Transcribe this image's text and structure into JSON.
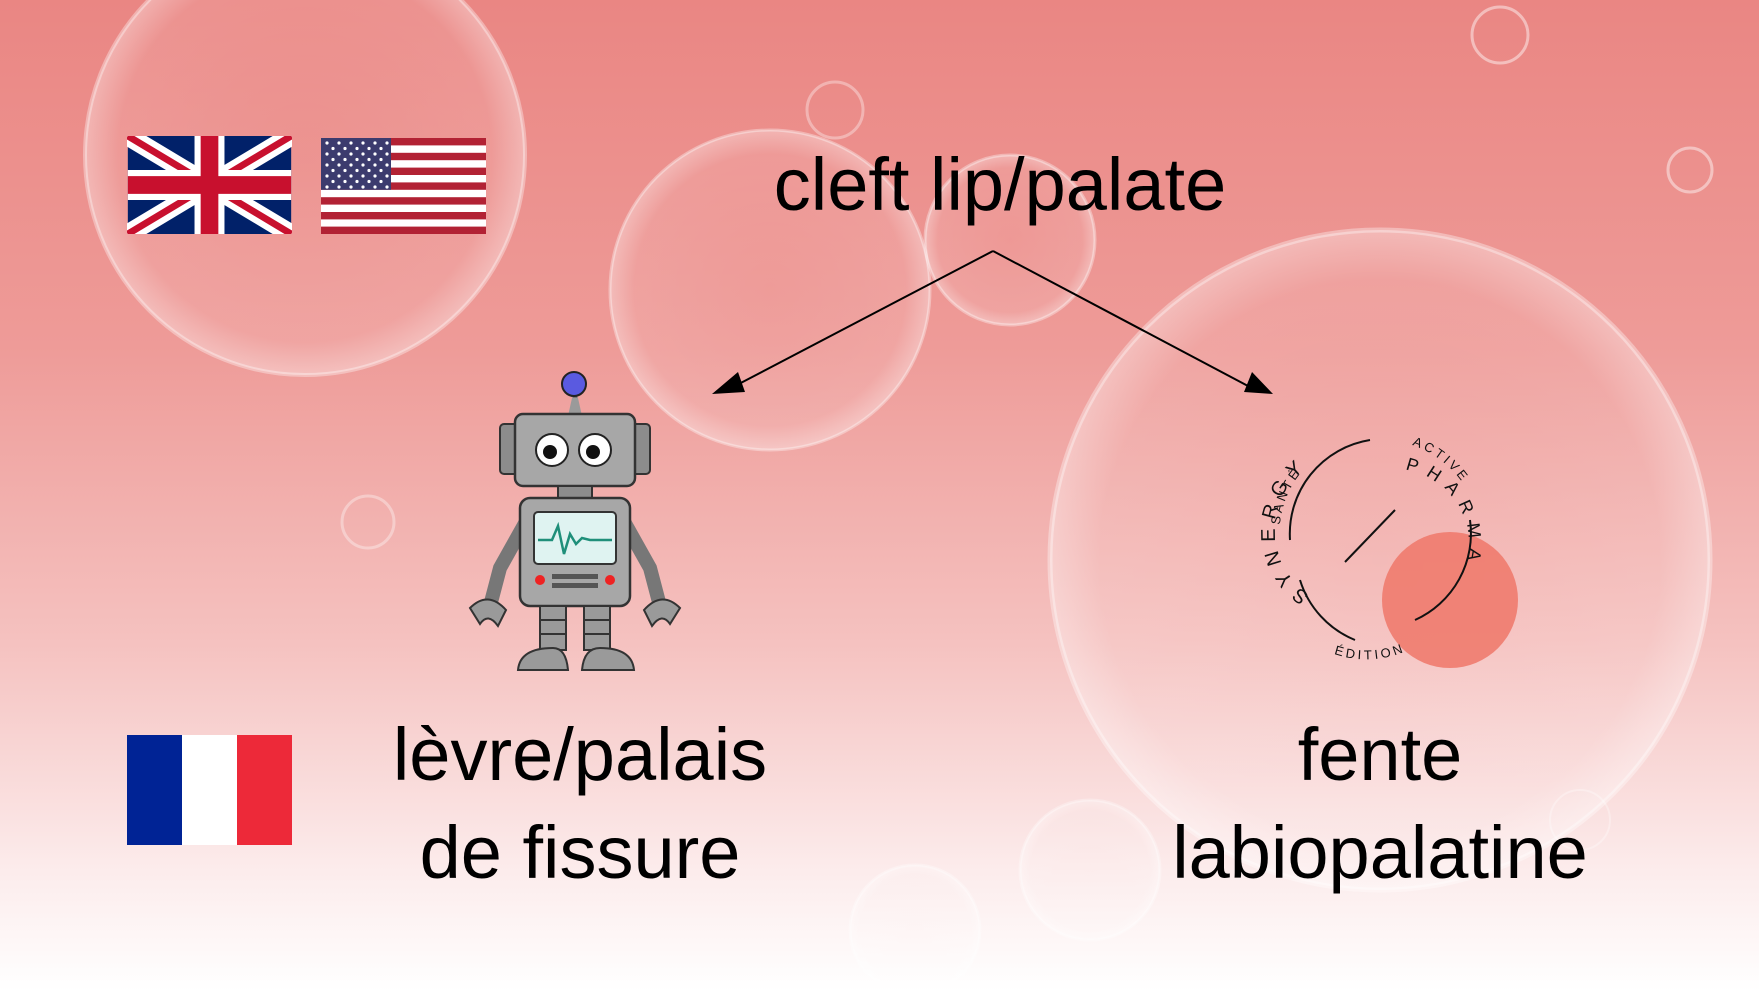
{
  "title": "cleft lip/palate",
  "translations": [
    {
      "lines": [
        "lèvre/palais",
        "de fissure"
      ]
    },
    {
      "lines": [
        "fente",
        "labiopalatine"
      ]
    }
  ],
  "flags": [
    "uk-flag",
    "us-flag",
    "france-flag"
  ],
  "logo": {
    "brand_text": "SYNERGYPHARMA",
    "ring_text_left": "SANTÉ",
    "ring_text_top": "ACTIVE",
    "ring_text_bottom": "ÉDITION",
    "accent_color": "#ef7b6e"
  },
  "colors": {
    "background_top": "#ea8683",
    "background_bottom": "#ffffff"
  }
}
